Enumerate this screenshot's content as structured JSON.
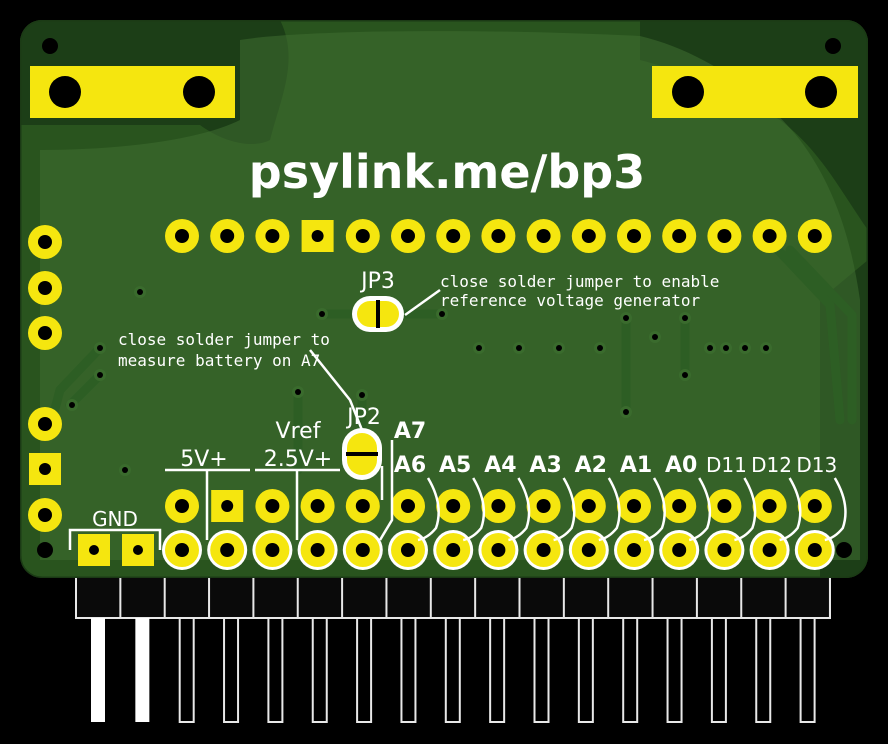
{
  "board": {
    "url_label": "psylink.me/bp3",
    "colors": {
      "background": "#000000",
      "board": "#29541e",
      "copper_fill": "#3f6d32",
      "dark_area": "#1c3e17",
      "trace": "#2d5e24",
      "gold": "#f5e60f",
      "silk": "#ffffff",
      "header_black": "#0a0a0a"
    }
  },
  "jumpers": {
    "jp3": {
      "label": "JP3",
      "note_line1": "close solder jumper to enable",
      "note_line2": "reference voltage generator"
    },
    "jp2": {
      "label": "JP2",
      "note_line1": "close solder jumper to",
      "note_line2": "measure battery on A7"
    }
  },
  "power_labels": {
    "v5": "5V+",
    "vref": "Vref",
    "v25": "2.5V+",
    "gnd": "GND"
  },
  "pins": {
    "a7": "A7",
    "labels": [
      "A6",
      "A5",
      "A4",
      "A3",
      "A2",
      "A1",
      "A0",
      "D11",
      "D12",
      "D13"
    ]
  }
}
